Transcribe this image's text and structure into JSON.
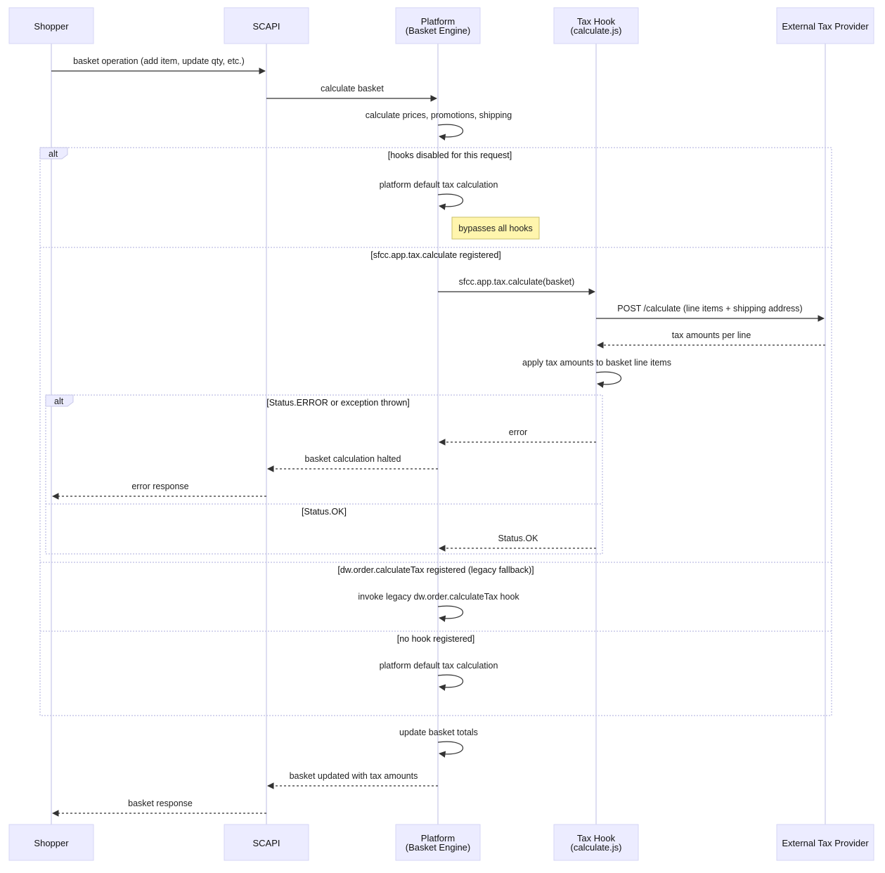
{
  "actors": [
    {
      "id": "shopper",
      "lines": [
        "Shopper"
      ]
    },
    {
      "id": "scapi",
      "lines": [
        "SCAPI"
      ]
    },
    {
      "id": "platform",
      "lines": [
        "Platform",
        "(Basket Engine)"
      ]
    },
    {
      "id": "taxhook",
      "lines": [
        "Tax Hook",
        "(calculate.js)"
      ]
    },
    {
      "id": "provider",
      "lines": [
        "External Tax Provider"
      ]
    }
  ],
  "messages": [
    {
      "from": "shopper",
      "to": "scapi",
      "label": "basket operation (add item, update qty, etc.)",
      "style": "solid"
    },
    {
      "from": "scapi",
      "to": "platform",
      "label": "calculate basket",
      "style": "solid"
    },
    {
      "from": "platform",
      "to": "platform",
      "label": "calculate prices, promotions, shipping",
      "style": "solid"
    },
    {
      "from": "platform",
      "to": "platform",
      "label": "platform default tax calculation",
      "style": "solid"
    },
    {
      "from": "platform",
      "to": "taxhook",
      "label": "sfcc.app.tax.calculate(basket)",
      "style": "solid"
    },
    {
      "from": "taxhook",
      "to": "provider",
      "label": "POST /calculate (line items + shipping address)",
      "style": "solid"
    },
    {
      "from": "provider",
      "to": "taxhook",
      "label": "tax amounts per line",
      "style": "dashed"
    },
    {
      "from": "taxhook",
      "to": "taxhook",
      "label": "apply tax amounts to basket line items",
      "style": "solid"
    },
    {
      "from": "taxhook",
      "to": "platform",
      "label": "error",
      "style": "dashed"
    },
    {
      "from": "platform",
      "to": "scapi",
      "label": "basket calculation halted",
      "style": "dashed"
    },
    {
      "from": "scapi",
      "to": "shopper",
      "label": "error response",
      "style": "dashed"
    },
    {
      "from": "taxhook",
      "to": "platform",
      "label": "Status.OK",
      "style": "dashed"
    },
    {
      "from": "platform",
      "to": "platform",
      "label": "invoke legacy dw.order.calculateTax hook",
      "style": "solid"
    },
    {
      "from": "platform",
      "to": "platform",
      "label": "platform default tax calculation",
      "style": "solid"
    },
    {
      "from": "platform",
      "to": "platform",
      "label": "update basket totals",
      "style": "solid"
    },
    {
      "from": "platform",
      "to": "scapi",
      "label": "basket updated with tax amounts",
      "style": "dashed"
    },
    {
      "from": "scapi",
      "to": "shopper",
      "label": "basket response",
      "style": "dashed"
    }
  ],
  "note": {
    "text": "bypasses all hooks"
  },
  "outer_alt": {
    "label": "alt",
    "conditions": [
      "[hooks disabled for this request]",
      "[sfcc.app.tax.calculate registered]",
      "[dw.order.calculateTax registered (legacy fallback)]",
      "[no hook registered]"
    ]
  },
  "inner_alt": {
    "label": "alt",
    "conditions": [
      "[Status.ERROR or exception thrown]",
      "[Status.OK]"
    ]
  }
}
